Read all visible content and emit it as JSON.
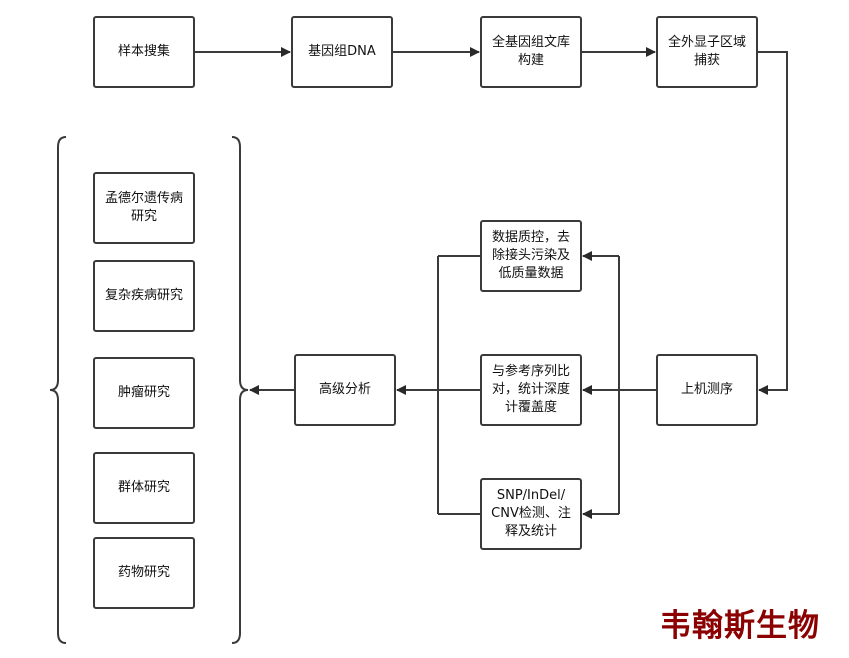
{
  "nodes": {
    "sample_collection": "样本搜集",
    "genomic_dna": "基因组DNA",
    "library_construction": "全基因组文库\n构建",
    "exome_capture": "全外显子区域\n捕获",
    "sequencing": "上机测序",
    "quality_control": "数据质控，去\n除接头污染及\n低质量数据",
    "alignment": "与参考序列比\n对，统计深度\n计覆盖度",
    "variant_detection": "SNP/InDel/\nCNV检测、注\n释及统计",
    "advanced_analysis": "高级分析",
    "mendelian": "孟德尔遗传病\n研究",
    "complex_disease": "复杂疾病研究",
    "tumor": "肿瘤研究",
    "population": "群体研究",
    "drug": "药物研究"
  },
  "watermark": "韦翰斯生物",
  "colors": {
    "line": "#3a3a3a",
    "watermark": "#8b0000"
  }
}
